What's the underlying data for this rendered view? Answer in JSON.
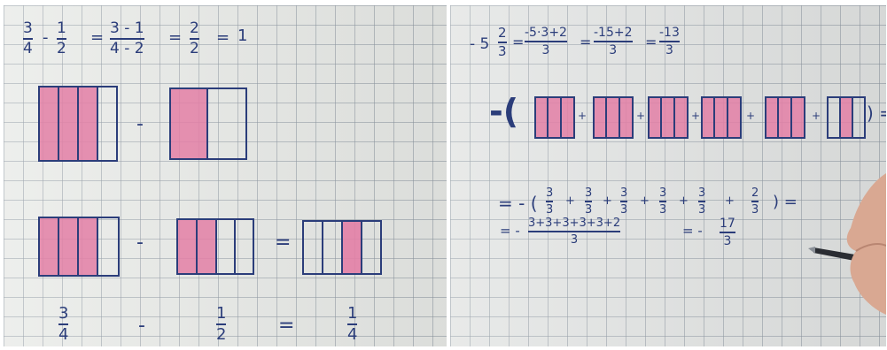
{
  "left_board": {
    "top_equation": {
      "a": {
        "num": "3",
        "den": "4"
      },
      "op1": "-",
      "b": {
        "num": "1",
        "den": "2"
      },
      "eq1": "=",
      "c": {
        "num": "3 - 1",
        "den": "4 - 2"
      },
      "eq2": "=",
      "d": {
        "num": "2",
        "den": "2"
      },
      "eq3": "=",
      "result": "1"
    },
    "row1_op": "-",
    "row2_ops": {
      "minus": "-",
      "equals": "="
    },
    "bottom_equation": {
      "a": {
        "num": "3",
        "den": "4"
      },
      "minus": "-",
      "b": {
        "num": "1",
        "den": "2"
      },
      "equals": "=",
      "c": {
        "num": "1",
        "den": "4"
      }
    }
  },
  "right_board": {
    "line1": {
      "prefix": "- 5",
      "mixed": {
        "num": "2",
        "den": "3"
      },
      "eq1": "=",
      "f1": {
        "num": "-5·3+2",
        "den": "3"
      },
      "eq2": "=",
      "f2": {
        "num": "-15+2",
        "den": "3"
      },
      "eq3": "=",
      "f3": {
        "num": "-13",
        "den": "3"
      }
    },
    "line2": {
      "open": "-(",
      "plus": "+",
      "close": ") ="
    },
    "line3": {
      "open": "= - (",
      "terms": [
        {
          "num": "3",
          "den": "3"
        },
        {
          "num": "3",
          "den": "3"
        },
        {
          "num": "3",
          "den": "3"
        },
        {
          "num": "3",
          "den": "3"
        },
        {
          "num": "3",
          "den": "3"
        },
        {
          "num": "2",
          "den": "3"
        }
      ],
      "plus": "+",
      "close": ") ="
    },
    "line4": {
      "prefix": "= -",
      "f1": {
        "num": "3+3+3+3+3+2",
        "den": "3"
      },
      "mid": "= -",
      "f2": {
        "num": "17",
        "den": "3"
      }
    }
  },
  "colors": {
    "ink": "#2b3d7a",
    "highlight": "#e37fa6",
    "paper": "#e9ebe8"
  }
}
